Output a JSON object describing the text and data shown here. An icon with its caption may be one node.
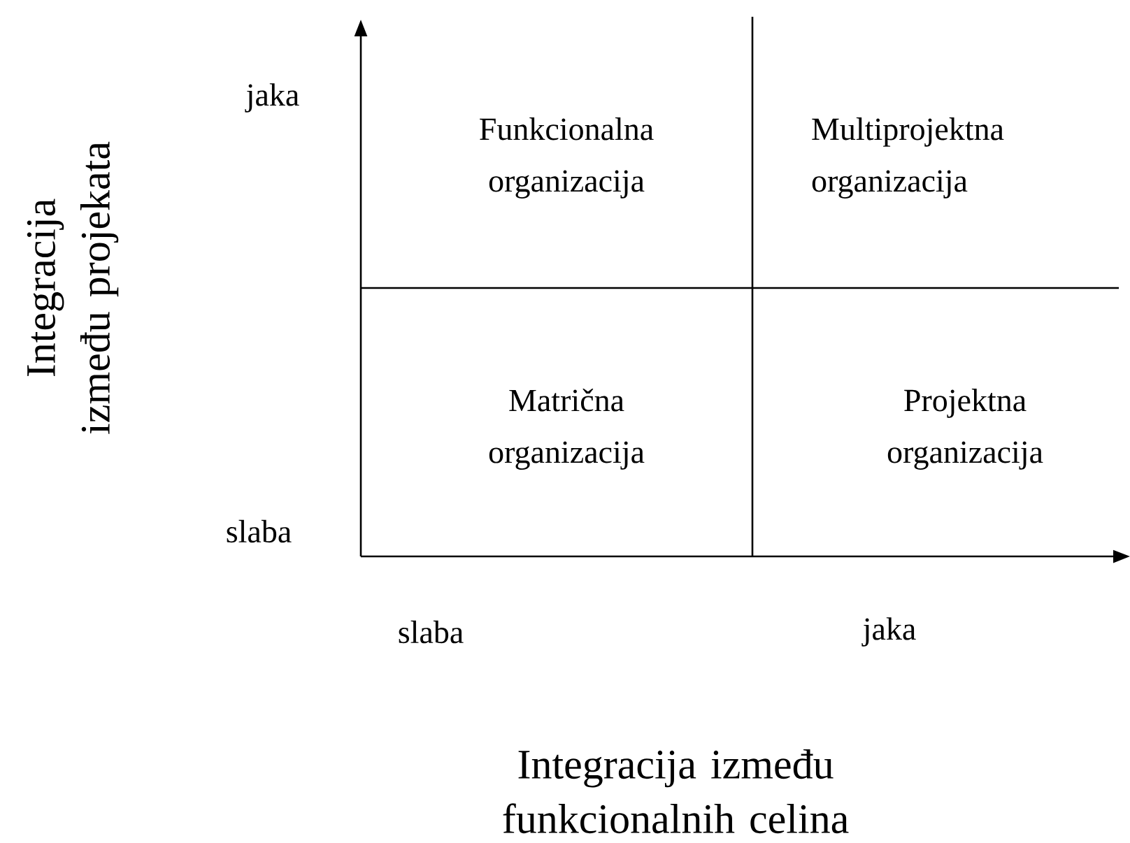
{
  "diagram": {
    "nodes": [
      {
        "text": [
          "Funkcionalna organizacija"
        ]
      },
      {
        "text": [
          "Multiprojektna organizacija"
        ]
      },
      {
        "text": [
          "Matrična organizacija"
        ]
      },
      {
        "text": [
          "Projektna organizacija"
        ]
      }
    ],
    "labels": [
      "Integracija između projekata",
      "jaka",
      "slaba",
      "slaba",
      "jaka",
      "Integracija između funkcionalnih celina"
    ]
  }
}
